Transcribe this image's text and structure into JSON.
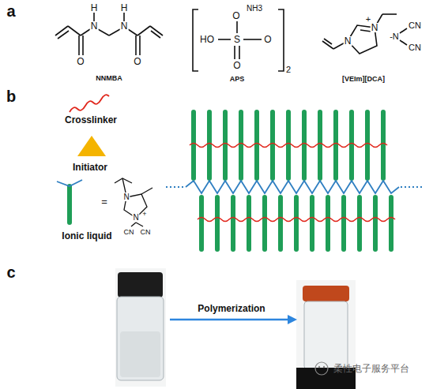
{
  "diagram": {
    "labels": [
      "a",
      "b",
      "c",
      "H",
      "H",
      "N",
      "N",
      "O",
      "O",
      "NNMBA",
      "O",
      "NH3",
      "HO",
      "S",
      "O",
      "O",
      "2",
      "APS",
      "N",
      "N",
      "+",
      "CN",
      "CN",
      "-N",
      "[VEIm][DCA]",
      "N",
      "N",
      "+",
      "CN",
      "CN",
      "=",
      "Polymerization",
      "柔性电子服务平台"
    ],
    "legend": [
      {
        "text": "Crosslinker"
      },
      {
        "text": "Initiator"
      },
      {
        "text": "Ionic liquid"
      }
    ]
  }
}
